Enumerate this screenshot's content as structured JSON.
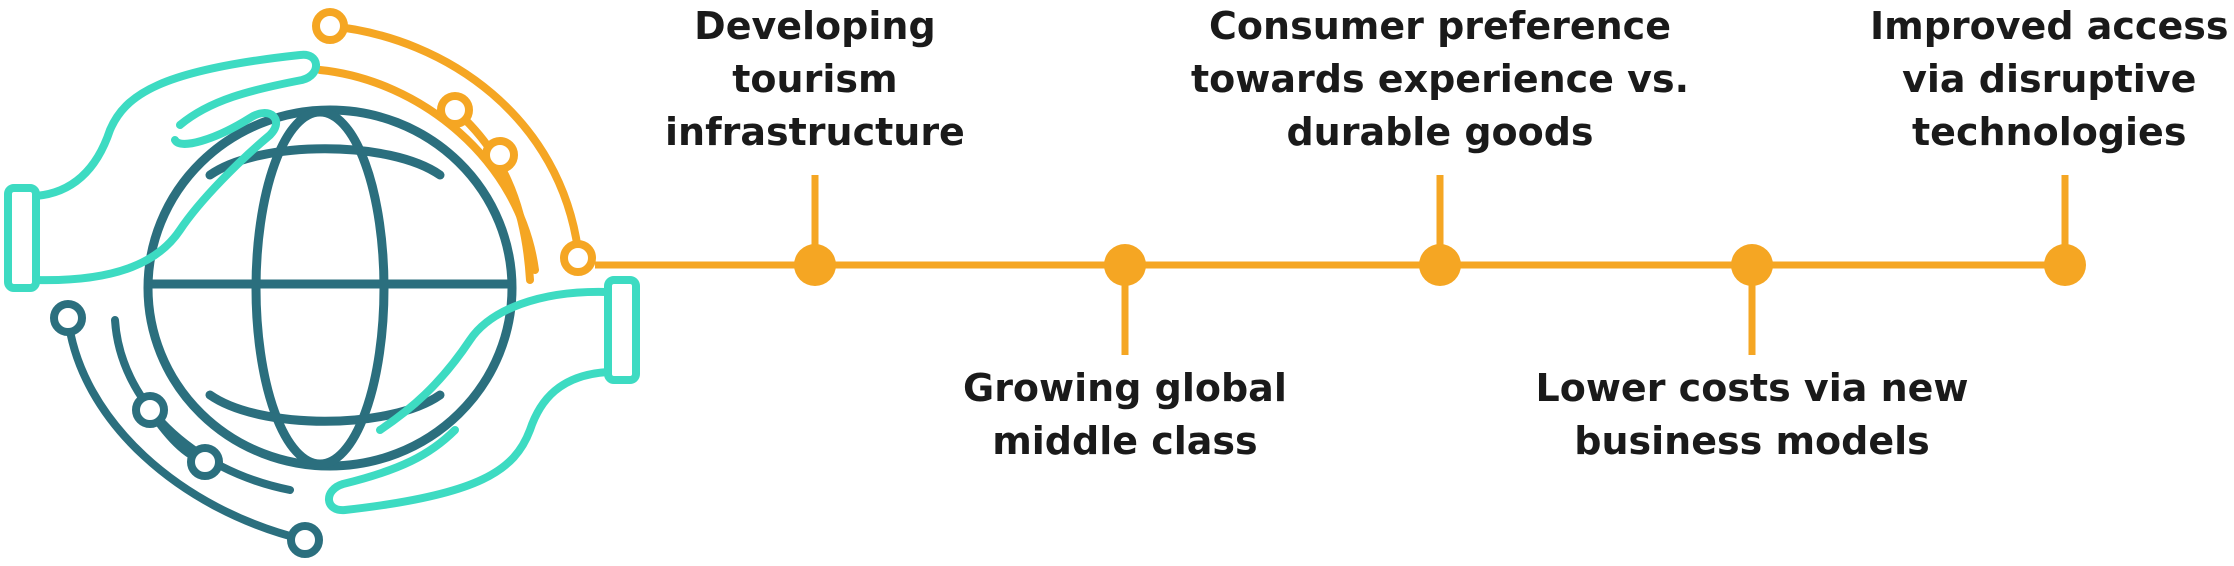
{
  "colors": {
    "accent": "#f5a623",
    "teal_dark": "#2b6f7e",
    "teal_light": "#3ddbc2",
    "text": "#1a1a1a"
  },
  "icon": "globe-in-hands-circuit-icon",
  "milestones": [
    {
      "position": "above",
      "lines": [
        "Developing",
        "tourism",
        "infrastructure"
      ]
    },
    {
      "position": "below",
      "lines": [
        "Growing global",
        "middle class"
      ]
    },
    {
      "position": "above",
      "lines": [
        "Consumer preference",
        "towards experience vs.",
        "durable goods"
      ]
    },
    {
      "position": "below",
      "lines": [
        "Lower costs via new",
        "business models"
      ]
    },
    {
      "position": "above",
      "lines": [
        "Improved access",
        "via disruptive",
        "technologies"
      ]
    }
  ]
}
